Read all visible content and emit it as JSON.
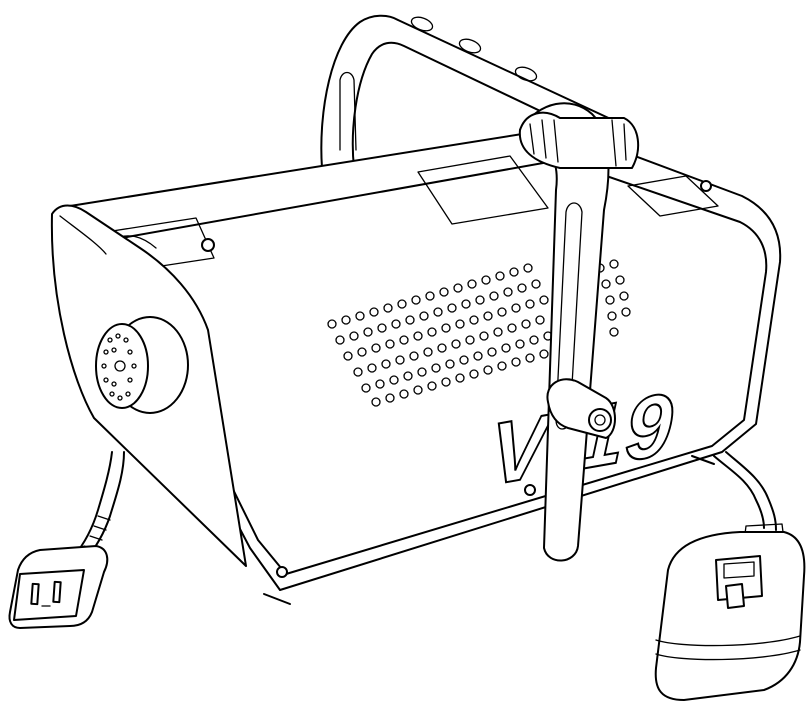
{
  "product": {
    "model_label": "V-19"
  },
  "illustration": {
    "subject": "fog machine",
    "parts": [
      "mounting-bracket",
      "bracket-knob",
      "nozzle",
      "vent-holes",
      "iec-power-plug",
      "wired-remote",
      "remote-switch"
    ]
  }
}
